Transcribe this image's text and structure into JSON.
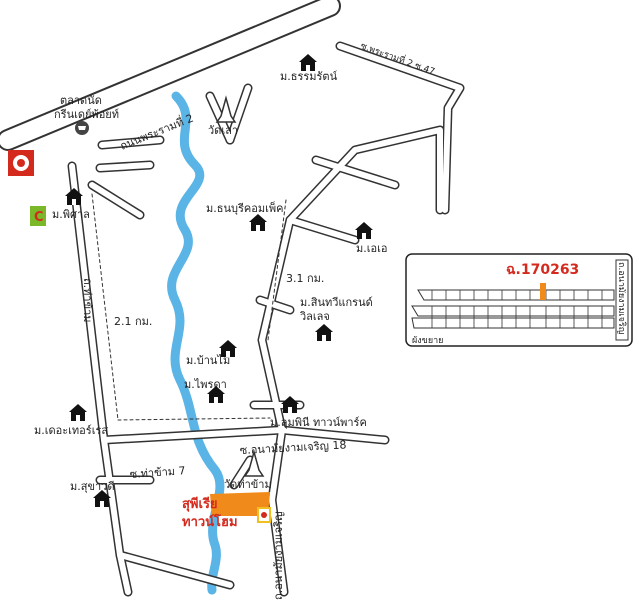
{
  "roads": {
    "rama2": "ถนนพระรามที่ 2",
    "rama2_soi47": "ซ.พระรามที่ 2 ซ.47",
    "tha_kham": "ถ.ท่าข้าม",
    "tha_kham_7": "ซ.ท่าข้าม 7",
    "anamai_ngam_charoen_18": "ซ.อนามัยงามเจริญ 18",
    "anamai_ngam_charoen": "ถ.อนามัยงามเจริญ"
  },
  "distances": {
    "d1": "2.1 กม.",
    "d2": "3.1 กม."
  },
  "places": {
    "green_point": "ตลาดนัด\nกรีนเดย์พ้อยท์",
    "green_point_l1": "ตลาดนัด",
    "green_point_l2": "กรีนเดย์พ้อยท์",
    "pisan": "ม.พิศาล",
    "thammarat": "ม.ธรรมรัตน์",
    "wat_lao": "วัดเลา",
    "thonburi_complex": "ม.ธนบุรีคอมเพ็ค",
    "ae_ae": "ม.เอเอ",
    "sin_tawee_l1": "ม.สินทวีแกรนด์",
    "sin_tawee_l2": "วิลเลจ",
    "ban_mai": "ม.บ้านไม้",
    "phraeda": "ม.ไพรดา",
    "lumphini": "ม.ลุมพินี ทาวน์พาร์ค",
    "terrace": "ม.เดอะเทอร์เรส",
    "sukhawadi": "ม.สุขาวดี",
    "wat_tha_kham": "วัดท่าข้าม"
  },
  "project": {
    "name_l1": "สุพีเรีย",
    "name_l2": "ทาวน์โฮม"
  },
  "inset": {
    "title": "ฉ.170263",
    "caption": "ผังขยาย",
    "side_road": "ถ.อนามัยงามเจริญ"
  },
  "colors": {
    "road_outline": "#333333",
    "river": "#5ab4e6",
    "highlight": "#f08a1a",
    "brand_red": "#d42a1e"
  },
  "icons": [
    "house-icon",
    "temple-icon",
    "cart-icon",
    "bigc-logo-icon",
    "makro-logo-icon",
    "gas-station-icon"
  ]
}
